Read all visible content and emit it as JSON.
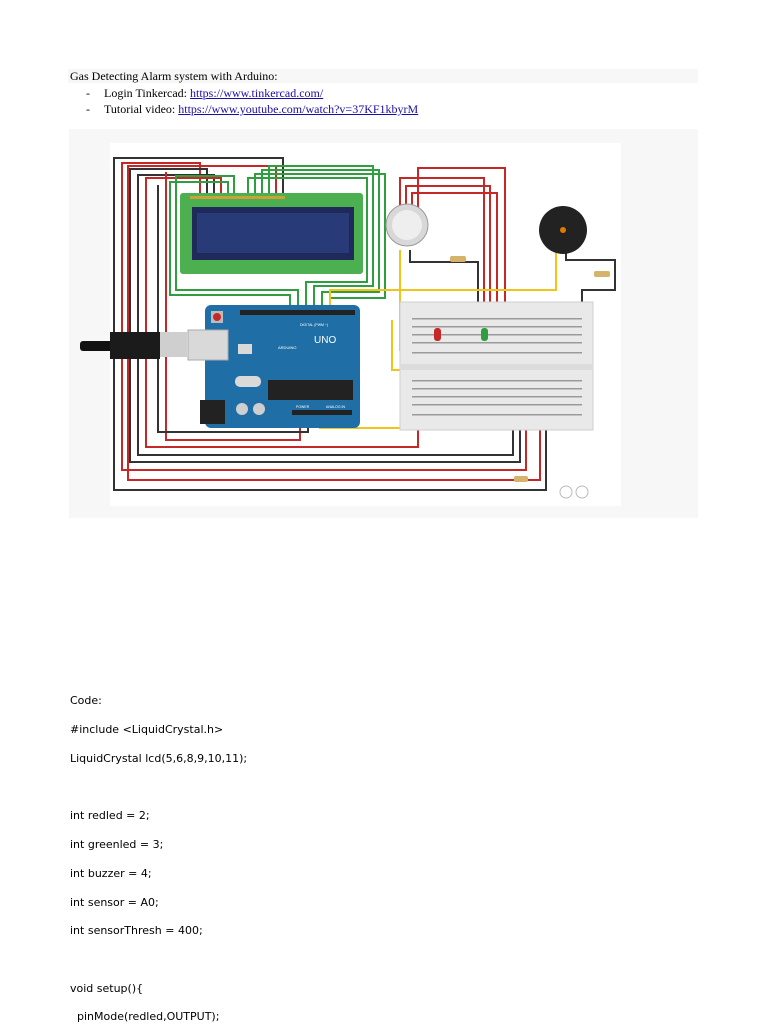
{
  "doc": {
    "title": "Gas Detecting Alarm system with Arduino:",
    "bullets": [
      {
        "dash": "-",
        "label": "Login Tinkercad: ",
        "link": "https://www.tinkercad.com/"
      },
      {
        "dash": "-",
        "label": "Tutorial video: ",
        "link": "https://www.youtube.com/watch?v=37KF1kbyrM"
      }
    ]
  },
  "circuit": {
    "uno_label": "UNO",
    "arduino_label": "ARDUINO",
    "digital_label": "DIGITAL (PWM ~)",
    "power_label": "POWER",
    "analog_label": "ANALOG IN"
  },
  "code": {
    "heading": "Code:",
    "lines": [
      "#include <LiquidCrystal.h>",
      "LiquidCrystal lcd(5,6,8,9,10,11);",
      "",
      "int redled = 2;",
      "int greenled = 3;",
      "int buzzer = 4;",
      "int sensor = A0;",
      "int sensorThresh = 400;",
      "",
      "void setup(){",
      "  pinMode(redled,OUTPUT);"
    ]
  }
}
